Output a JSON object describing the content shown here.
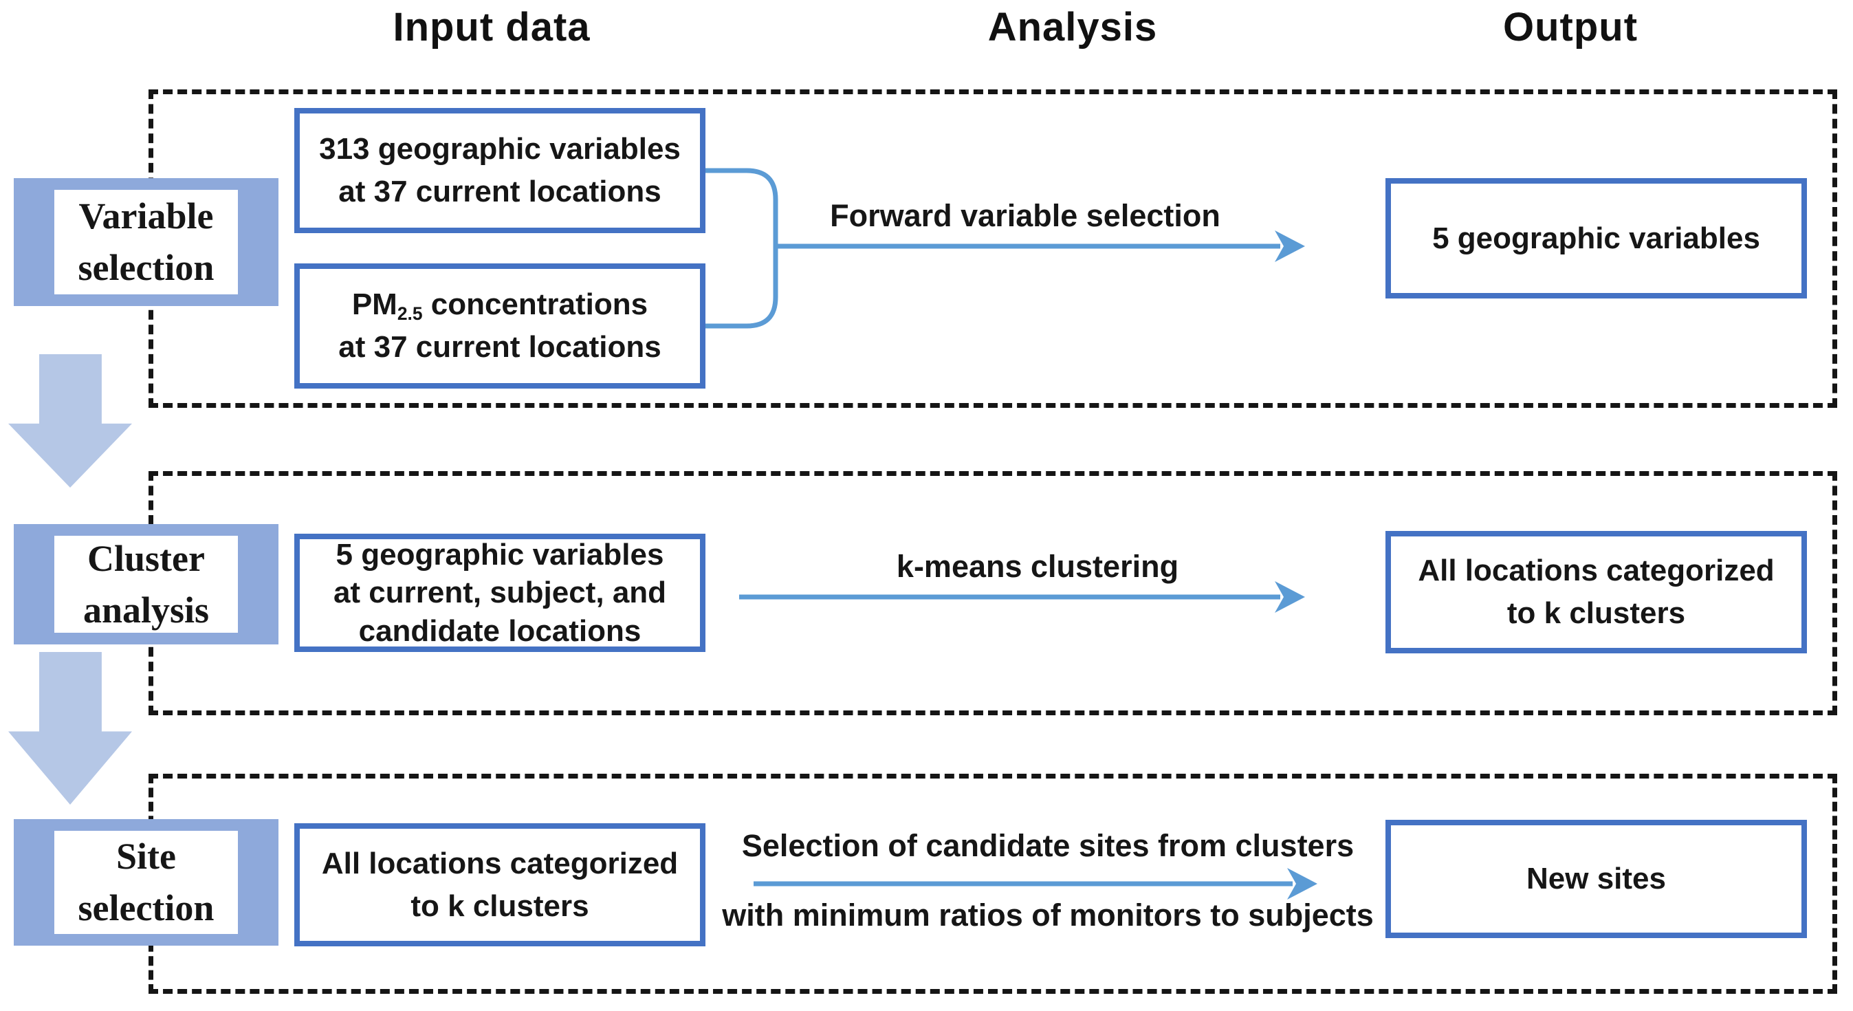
{
  "columns": {
    "input": "Input data",
    "analysis": "Analysis",
    "output": "Output"
  },
  "rows": [
    {
      "stage_line1": "Variable",
      "stage_line2": "selection",
      "input1_line1": "313 geographic variables",
      "input1_line2": "at 37 current locations",
      "input2_pm_prefix": "PM",
      "input2_pm_sub": "2.5",
      "input2_rest": " concentrations",
      "input2_line2": "at 37 current locations",
      "analysis_label": "Forward variable selection",
      "output_label": "5 geographic variables"
    },
    {
      "stage_line1": "Cluster",
      "stage_line2": "analysis",
      "input_line1": "5 geographic variables",
      "input_line2": "at current, subject, and",
      "input_line3": "candidate locations",
      "analysis_label": "k-means clustering",
      "output_line1": "All locations categorized",
      "output_line2": "to k clusters"
    },
    {
      "stage_line1": "Site",
      "stage_line2": "selection",
      "input_line1": "All locations categorized",
      "input_line2": "to k clusters",
      "analysis_label_top": "Selection of candidate sites from clusters",
      "analysis_label_bottom": "with minimum ratios of monitors to subjects",
      "output_label": "New sites"
    }
  ],
  "colors": {
    "box_border_blue": "#4472C4",
    "connector_blue": "#5B9BD5",
    "stage_fill_blue": "#8EA9DB",
    "block_arrow_fill": "#B5C7E6",
    "dashed_frame": "#151515",
    "text": "#161616",
    "background": "#FFFFFF"
  },
  "icons": {
    "down_arrow": "block-arrow-down-icon",
    "flow_arrow": "right-arrow-icon",
    "merge_bracket": "merge-bracket-icon"
  }
}
